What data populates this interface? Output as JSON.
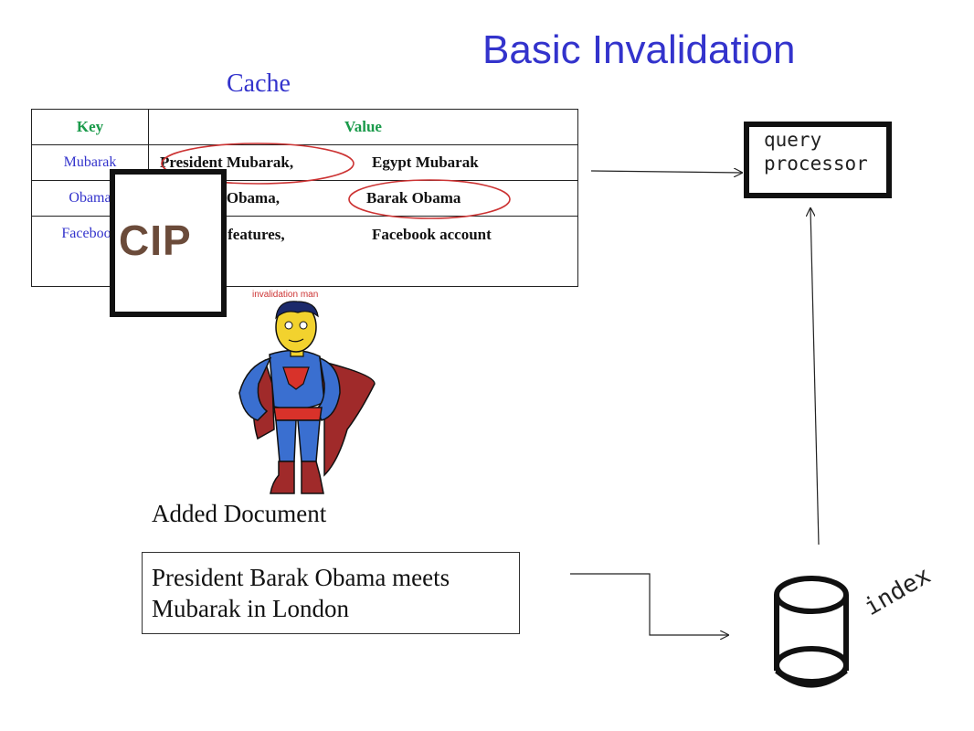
{
  "title": "Basic Invalidation",
  "cache": {
    "label": "Cache",
    "headers": {
      "key": "Key",
      "value": "Value"
    },
    "rows": [
      {
        "key": "Mubarak",
        "value1": "President Mubarak,",
        "value2": "Egypt Mubarak"
      },
      {
        "key": "Obama",
        "value1": "President Obama,",
        "value2": "Barak Obama"
      },
      {
        "key": "Facebook",
        "value1": "Facebook features,",
        "value2": "Facebook account"
      }
    ]
  },
  "cip_logo": "CIP",
  "query_processor": {
    "line1": "query",
    "line2": "processor"
  },
  "invalidation_man_label": "invalidation man",
  "added_document": {
    "label": "Added Document",
    "text_line1": "President Barak Obama meets",
    "text_line2": "Mubarak in London"
  },
  "index_label": "index",
  "colors": {
    "title": "#3333cc",
    "header": "#1a9a4a",
    "highlight_ellipse": "#cc3333"
  }
}
